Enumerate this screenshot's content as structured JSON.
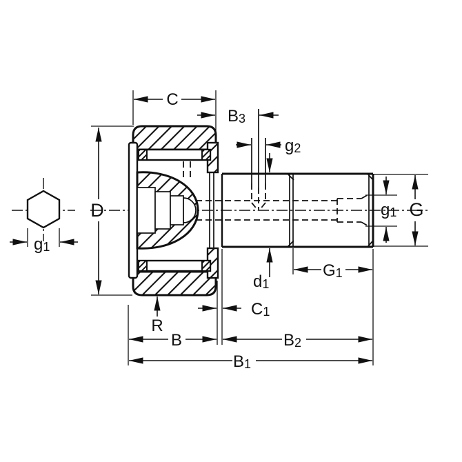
{
  "figure": {
    "type": "technical-drawing",
    "subject": "Cam follower stud-type track roller bearing — dimensioned cross-section",
    "views": [
      "hex-socket-end-view",
      "main-cross-section"
    ],
    "line_color": "#111111",
    "background_color": "#ffffff"
  },
  "dims": {
    "C": {
      "main": "C",
      "sub": ""
    },
    "B3": {
      "main": "B",
      "sub": "3"
    },
    "g2": {
      "main": "g",
      "sub": "2"
    },
    "D": {
      "main": "D",
      "sub": ""
    },
    "g1hex": {
      "main": "g",
      "sub": "1"
    },
    "g1r": {
      "main": "g",
      "sub": "1"
    },
    "G": {
      "main": "G",
      "sub": ""
    },
    "G1": {
      "main": "G",
      "sub": "1"
    },
    "d1": {
      "main": "d",
      "sub": "1"
    },
    "R": {
      "main": "R",
      "sub": ""
    },
    "C1": {
      "main": "C",
      "sub": "1"
    },
    "B": {
      "main": "B",
      "sub": ""
    },
    "B2": {
      "main": "B",
      "sub": "2"
    },
    "B1": {
      "main": "B",
      "sub": "1"
    }
  }
}
